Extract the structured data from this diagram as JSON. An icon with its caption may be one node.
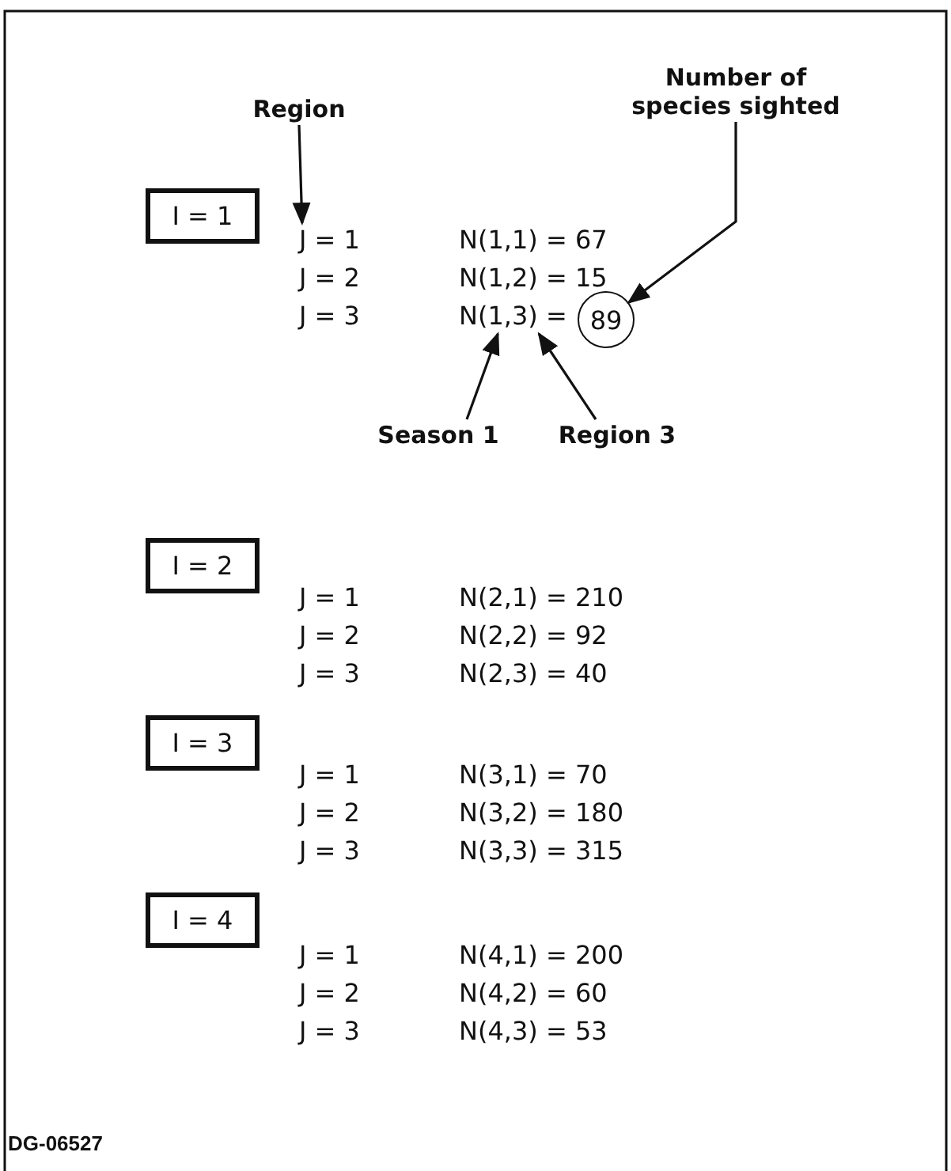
{
  "diagram": {
    "nodes": [
      {
        "text": [
          "I = 1"
        ]
      },
      {
        "text": [
          "Region"
        ]
      },
      {
        "text": [
          "Number of species sighted"
        ]
      },
      {
        "text": [
          "89"
        ]
      },
      {
        "text": [
          "Season 1"
        ]
      },
      {
        "text": [
          "Region 3"
        ]
      },
      {
        "text": [
          "I = 2"
        ]
      },
      {
        "text": [
          "I = 3"
        ]
      },
      {
        "text": [
          "I = 4"
        ]
      },
      {
        "text": [
          "J = 1"
        ]
      },
      {
        "text": [
          "N(1,3) ="
        ]
      }
    ],
    "edges": [
      {
        "from": 1,
        "to": 9,
        "arrow": "to"
      },
      {
        "from": 2,
        "to": 3,
        "arrow": "to"
      },
      {
        "from": 4,
        "to": 10,
        "arrow": "to"
      },
      {
        "from": 5,
        "to": 10,
        "arrow": "to"
      }
    ],
    "labels": [
      "N(1,1) = 67",
      "J = 2",
      "N(1,2) = 15",
      "J = 3",
      "J = 1",
      "N(2,1) = 210",
      "J = 2",
      "N(2,2) = 92",
      "J = 3",
      "N(2,3) = 40",
      "J = 1",
      "N(3,1) = 70",
      "J = 2",
      "N(3,2) = 180",
      "J = 3",
      "N(3,3) = 315",
      "J = 1",
      "N(4,1) = 200",
      "J = 2",
      "N(4,2) = 60",
      "J = 3",
      "N(4,3) = 53",
      "DG-06527"
    ]
  }
}
